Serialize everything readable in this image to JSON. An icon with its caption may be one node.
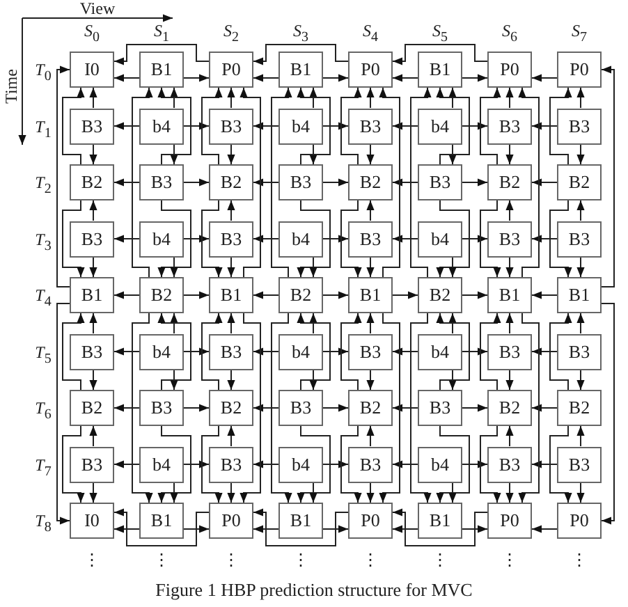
{
  "diagram": {
    "caption": "Figure 1 HBP prediction structure for MVC",
    "nodes": [
      {
        "text": [
          "I0"
        ]
      },
      {
        "text": [
          "B1"
        ]
      },
      {
        "text": [
          "P0"
        ]
      },
      {
        "text": [
          "B1"
        ]
      },
      {
        "text": [
          "P0"
        ]
      },
      {
        "text": [
          "B1"
        ]
      },
      {
        "text": [
          "P0"
        ]
      },
      {
        "text": [
          "P0"
        ]
      },
      {
        "text": [
          "B3"
        ]
      },
      {
        "text": [
          "b4"
        ]
      },
      {
        "text": [
          "B3"
        ]
      },
      {
        "text": [
          "b4"
        ]
      },
      {
        "text": [
          "B3"
        ]
      },
      {
        "text": [
          "b4"
        ]
      },
      {
        "text": [
          "B3"
        ]
      },
      {
        "text": [
          "B3"
        ]
      },
      {
        "text": [
          "B2"
        ]
      },
      {
        "text": [
          "B3"
        ]
      },
      {
        "text": [
          "B2"
        ]
      },
      {
        "text": [
          "B3"
        ]
      },
      {
        "text": [
          "B2"
        ]
      },
      {
        "text": [
          "B3"
        ]
      },
      {
        "text": [
          "B2"
        ]
      },
      {
        "text": [
          "B2"
        ]
      },
      {
        "text": [
          "B3"
        ]
      },
      {
        "text": [
          "b4"
        ]
      },
      {
        "text": [
          "B3"
        ]
      },
      {
        "text": [
          "b4"
        ]
      },
      {
        "text": [
          "B3"
        ]
      },
      {
        "text": [
          "b4"
        ]
      },
      {
        "text": [
          "B3"
        ]
      },
      {
        "text": [
          "B3"
        ]
      },
      {
        "text": [
          "B1"
        ]
      },
      {
        "text": [
          "B2"
        ]
      },
      {
        "text": [
          "B1"
        ]
      },
      {
        "text": [
          "B2"
        ]
      },
      {
        "text": [
          "B1"
        ]
      },
      {
        "text": [
          "B2"
        ]
      },
      {
        "text": [
          "B1"
        ]
      },
      {
        "text": [
          "B1"
        ]
      },
      {
        "text": [
          "B3"
        ]
      },
      {
        "text": [
          "b4"
        ]
      },
      {
        "text": [
          "B3"
        ]
      },
      {
        "text": [
          "b4"
        ]
      },
      {
        "text": [
          "B3"
        ]
      },
      {
        "text": [
          "b4"
        ]
      },
      {
        "text": [
          "B3"
        ]
      },
      {
        "text": [
          "B3"
        ]
      },
      {
        "text": [
          "B2"
        ]
      },
      {
        "text": [
          "B3"
        ]
      },
      {
        "text": [
          "B2"
        ]
      },
      {
        "text": [
          "B3"
        ]
      },
      {
        "text": [
          "B2"
        ]
      },
      {
        "text": [
          "B3"
        ]
      },
      {
        "text": [
          "B2"
        ]
      },
      {
        "text": [
          "B2"
        ]
      },
      {
        "text": [
          "B3"
        ]
      },
      {
        "text": [
          "b4"
        ]
      },
      {
        "text": [
          "B3"
        ]
      },
      {
        "text": [
          "b4"
        ]
      },
      {
        "text": [
          "B3"
        ]
      },
      {
        "text": [
          "b4"
        ]
      },
      {
        "text": [
          "B3"
        ]
      },
      {
        "text": [
          "B3"
        ]
      },
      {
        "text": [
          "I0"
        ]
      },
      {
        "text": [
          "B1"
        ]
      },
      {
        "text": [
          "P0"
        ]
      },
      {
        "text": [
          "B1"
        ]
      },
      {
        "text": [
          "P0"
        ]
      },
      {
        "text": [
          "B1"
        ]
      },
      {
        "text": [
          "P0"
        ]
      },
      {
        "text": [
          "P0"
        ]
      }
    ],
    "edges": [
      {
        "from": 2,
        "to": 0,
        "arrow": "to"
      },
      {
        "from": 1,
        "to": 0,
        "arrow": "to"
      },
      {
        "from": 1,
        "to": 2,
        "arrow": "to"
      },
      {
        "from": 4,
        "to": 2,
        "arrow": "to"
      },
      {
        "from": 3,
        "to": 2,
        "arrow": "to"
      },
      {
        "from": 3,
        "to": 4,
        "arrow": "to"
      },
      {
        "from": 6,
        "to": 4,
        "arrow": "to"
      },
      {
        "from": 5,
        "to": 4,
        "arrow": "to"
      },
      {
        "from": 5,
        "to": 6,
        "arrow": "to"
      },
      {
        "from": 7,
        "to": 6,
        "arrow": "to"
      },
      {
        "from": 9,
        "to": 8,
        "arrow": "to"
      },
      {
        "from": 9,
        "to": 10,
        "arrow": "to"
      },
      {
        "from": 11,
        "to": 10,
        "arrow": "to"
      },
      {
        "from": 11,
        "to": 12,
        "arrow": "to"
      },
      {
        "from": 13,
        "to": 12,
        "arrow": "to"
      },
      {
        "from": 13,
        "to": 14,
        "arrow": "to"
      },
      {
        "from": 15,
        "to": 14,
        "arrow": "to"
      },
      {
        "from": 17,
        "to": 16,
        "arrow": "to"
      },
      {
        "from": 17,
        "to": 18,
        "arrow": "to"
      },
      {
        "from": 19,
        "to": 18,
        "arrow": "to"
      },
      {
        "from": 19,
        "to": 20,
        "arrow": "to"
      },
      {
        "from": 21,
        "to": 20,
        "arrow": "to"
      },
      {
        "from": 21,
        "to": 22,
        "arrow": "to"
      },
      {
        "from": 23,
        "to": 22,
        "arrow": "to"
      },
      {
        "from": 25,
        "to": 24,
        "arrow": "to"
      },
      {
        "from": 25,
        "to": 26,
        "arrow": "to"
      },
      {
        "from": 27,
        "to": 26,
        "arrow": "to"
      },
      {
        "from": 27,
        "to": 28,
        "arrow": "to"
      },
      {
        "from": 29,
        "to": 28,
        "arrow": "to"
      },
      {
        "from": 29,
        "to": 30,
        "arrow": "to"
      },
      {
        "from": 31,
        "to": 30,
        "arrow": "to"
      },
      {
        "from": 33,
        "to": 32,
        "arrow": "to"
      },
      {
        "from": 33,
        "to": 34,
        "arrow": "to"
      },
      {
        "from": 35,
        "to": 34,
        "arrow": "to"
      },
      {
        "from": 35,
        "to": 36,
        "arrow": "to"
      },
      {
        "from": 36,
        "to": 37,
        "arrow": "to"
      },
      {
        "from": 37,
        "to": 38,
        "arrow": "to"
      },
      {
        "from": 39,
        "to": 38,
        "arrow": "to"
      },
      {
        "from": 41,
        "to": 40,
        "arrow": "to"
      },
      {
        "from": 41,
        "to": 42,
        "arrow": "to"
      },
      {
        "from": 43,
        "to": 42,
        "arrow": "to"
      },
      {
        "from": 43,
        "to": 44,
        "arrow": "to"
      },
      {
        "from": 45,
        "to": 44,
        "arrow": "to"
      },
      {
        "from": 45,
        "to": 46,
        "arrow": "to"
      },
      {
        "from": 47,
        "to": 46,
        "arrow": "to"
      },
      {
        "from": 49,
        "to": 48,
        "arrow": "to"
      },
      {
        "from": 49,
        "to": 50,
        "arrow": "to"
      },
      {
        "from": 51,
        "to": 50,
        "arrow": "to"
      },
      {
        "from": 51,
        "to": 52,
        "arrow": "to"
      },
      {
        "from": 53,
        "to": 52,
        "arrow": "to"
      },
      {
        "from": 53,
        "to": 54,
        "arrow": "to"
      },
      {
        "from": 55,
        "to": 54,
        "arrow": "to"
      },
      {
        "from": 57,
        "to": 56,
        "arrow": "to"
      },
      {
        "from": 57,
        "to": 58,
        "arrow": "to"
      },
      {
        "from": 59,
        "to": 58,
        "arrow": "to"
      },
      {
        "from": 59,
        "to": 60,
        "arrow": "to"
      },
      {
        "from": 61,
        "to": 60,
        "arrow": "to"
      },
      {
        "from": 61,
        "to": 62,
        "arrow": "to"
      },
      {
        "from": 63,
        "to": 62,
        "arrow": "to"
      },
      {
        "from": 66,
        "to": 64,
        "arrow": "to"
      },
      {
        "from": 65,
        "to": 64,
        "arrow": "to"
      },
      {
        "from": 65,
        "to": 66,
        "arrow": "to"
      },
      {
        "from": 68,
        "to": 66,
        "arrow": "to"
      },
      {
        "from": 67,
        "to": 66,
        "arrow": "to"
      },
      {
        "from": 67,
        "to": 68,
        "arrow": "to"
      },
      {
        "from": 70,
        "to": 68,
        "arrow": "to"
      },
      {
        "from": 69,
        "to": 68,
        "arrow": "to"
      },
      {
        "from": 69,
        "to": 70,
        "arrow": "to"
      },
      {
        "from": 71,
        "to": 70,
        "arrow": "to"
      },
      {
        "from": 32,
        "to": 0,
        "arrow": "to"
      },
      {
        "from": 32,
        "to": 64,
        "arrow": "to"
      },
      {
        "from": 39,
        "to": 7,
        "arrow": "to"
      },
      {
        "from": 39,
        "to": 71,
        "arrow": "to"
      },
      {
        "from": 8,
        "to": 0,
        "arrow": "to"
      },
      {
        "from": 8,
        "to": 16,
        "arrow": "to"
      },
      {
        "from": 16,
        "to": 0,
        "arrow": "to"
      },
      {
        "from": 16,
        "to": 32,
        "arrow": "to"
      },
      {
        "from": 24,
        "to": 16,
        "arrow": "to"
      },
      {
        "from": 24,
        "to": 32,
        "arrow": "to"
      },
      {
        "from": 40,
        "to": 32,
        "arrow": "to"
      },
      {
        "from": 40,
        "to": 48,
        "arrow": "to"
      },
      {
        "from": 48,
        "to": 32,
        "arrow": "to"
      },
      {
        "from": 48,
        "to": 64,
        "arrow": "to"
      },
      {
        "from": 56,
        "to": 48,
        "arrow": "to"
      },
      {
        "from": 56,
        "to": 64,
        "arrow": "to"
      },
      {
        "from": 9,
        "to": 1,
        "arrow": "to"
      },
      {
        "from": 9,
        "to": 17,
        "arrow": "to"
      },
      {
        "from": 17,
        "to": 1,
        "arrow": "to"
      },
      {
        "from": 17,
        "to": 33,
        "arrow": "to"
      },
      {
        "from": 25,
        "to": 33,
        "arrow": "to"
      },
      {
        "from": 33,
        "to": 1,
        "arrow": "to"
      },
      {
        "from": 33,
        "to": 65,
        "arrow": "to"
      },
      {
        "from": 41,
        "to": 33,
        "arrow": "to"
      },
      {
        "from": 41,
        "to": 49,
        "arrow": "to"
      },
      {
        "from": 49,
        "to": 33,
        "arrow": "to"
      },
      {
        "from": 49,
        "to": 65,
        "arrow": "to"
      },
      {
        "from": 57,
        "to": 65,
        "arrow": "to"
      },
      {
        "from": 10,
        "to": 2,
        "arrow": "to"
      },
      {
        "from": 10,
        "to": 18,
        "arrow": "to"
      },
      {
        "from": 18,
        "to": 2,
        "arrow": "to"
      },
      {
        "from": 18,
        "to": 34,
        "arrow": "to"
      },
      {
        "from": 26,
        "to": 18,
        "arrow": "to"
      },
      {
        "from": 26,
        "to": 34,
        "arrow": "to"
      },
      {
        "from": 42,
        "to": 34,
        "arrow": "to"
      },
      {
        "from": 42,
        "to": 50,
        "arrow": "to"
      },
      {
        "from": 50,
        "to": 34,
        "arrow": "to"
      },
      {
        "from": 50,
        "to": 66,
        "arrow": "to"
      },
      {
        "from": 58,
        "to": 50,
        "arrow": "to"
      },
      {
        "from": 58,
        "to": 66,
        "arrow": "to"
      },
      {
        "from": 34,
        "to": 2,
        "arrow": "to"
      },
      {
        "from": 34,
        "to": 66,
        "arrow": "to"
      },
      {
        "from": 11,
        "to": 3,
        "arrow": "to"
      },
      {
        "from": 11,
        "to": 19,
        "arrow": "to"
      },
      {
        "from": 19,
        "to": 3,
        "arrow": "to"
      },
      {
        "from": 19,
        "to": 35,
        "arrow": "to"
      },
      {
        "from": 27,
        "to": 35,
        "arrow": "to"
      },
      {
        "from": 35,
        "to": 3,
        "arrow": "to"
      },
      {
        "from": 35,
        "to": 67,
        "arrow": "to"
      },
      {
        "from": 43,
        "to": 35,
        "arrow": "to"
      },
      {
        "from": 43,
        "to": 51,
        "arrow": "to"
      },
      {
        "from": 51,
        "to": 35,
        "arrow": "to"
      },
      {
        "from": 51,
        "to": 67,
        "arrow": "to"
      },
      {
        "from": 59,
        "to": 67,
        "arrow": "to"
      },
      {
        "from": 12,
        "to": 4,
        "arrow": "to"
      },
      {
        "from": 12,
        "to": 20,
        "arrow": "to"
      },
      {
        "from": 20,
        "to": 4,
        "arrow": "to"
      },
      {
        "from": 20,
        "to": 36,
        "arrow": "to"
      },
      {
        "from": 28,
        "to": 20,
        "arrow": "to"
      },
      {
        "from": 28,
        "to": 36,
        "arrow": "to"
      },
      {
        "from": 44,
        "to": 36,
        "arrow": "to"
      },
      {
        "from": 44,
        "to": 52,
        "arrow": "to"
      },
      {
        "from": 52,
        "to": 36,
        "arrow": "to"
      },
      {
        "from": 52,
        "to": 68,
        "arrow": "to"
      },
      {
        "from": 60,
        "to": 52,
        "arrow": "to"
      },
      {
        "from": 60,
        "to": 68,
        "arrow": "to"
      },
      {
        "from": 36,
        "to": 4,
        "arrow": "to"
      },
      {
        "from": 36,
        "to": 68,
        "arrow": "to"
      },
      {
        "from": 13,
        "to": 5,
        "arrow": "to"
      },
      {
        "from": 13,
        "to": 21,
        "arrow": "to"
      },
      {
        "from": 21,
        "to": 5,
        "arrow": "to"
      },
      {
        "from": 21,
        "to": 37,
        "arrow": "to"
      },
      {
        "from": 29,
        "to": 37,
        "arrow": "to"
      },
      {
        "from": 37,
        "to": 5,
        "arrow": "to"
      },
      {
        "from": 37,
        "to": 69,
        "arrow": "to"
      },
      {
        "from": 45,
        "to": 37,
        "arrow": "to"
      },
      {
        "from": 45,
        "to": 53,
        "arrow": "to"
      },
      {
        "from": 53,
        "to": 37,
        "arrow": "to"
      },
      {
        "from": 53,
        "to": 69,
        "arrow": "to"
      },
      {
        "from": 61,
        "to": 69,
        "arrow": "to"
      },
      {
        "from": 14,
        "to": 6,
        "arrow": "to"
      },
      {
        "from": 14,
        "to": 22,
        "arrow": "to"
      },
      {
        "from": 22,
        "to": 6,
        "arrow": "to"
      },
      {
        "from": 22,
        "to": 38,
        "arrow": "to"
      },
      {
        "from": 30,
        "to": 22,
        "arrow": "to"
      },
      {
        "from": 30,
        "to": 38,
        "arrow": "to"
      },
      {
        "from": 46,
        "to": 38,
        "arrow": "to"
      },
      {
        "from": 46,
        "to": 54,
        "arrow": "to"
      },
      {
        "from": 54,
        "to": 38,
        "arrow": "to"
      },
      {
        "from": 54,
        "to": 70,
        "arrow": "to"
      },
      {
        "from": 62,
        "to": 54,
        "arrow": "to"
      },
      {
        "from": 62,
        "to": 70,
        "arrow": "to"
      },
      {
        "from": 38,
        "to": 6,
        "arrow": "to"
      },
      {
        "from": 38,
        "to": 70,
        "arrow": "to"
      },
      {
        "from": 15,
        "to": 7,
        "arrow": "to"
      },
      {
        "from": 15,
        "to": 23,
        "arrow": "to"
      },
      {
        "from": 23,
        "to": 7,
        "arrow": "to"
      },
      {
        "from": 23,
        "to": 39,
        "arrow": "to"
      },
      {
        "from": 31,
        "to": 23,
        "arrow": "to"
      },
      {
        "from": 31,
        "to": 39,
        "arrow": "to"
      },
      {
        "from": 47,
        "to": 39,
        "arrow": "to"
      },
      {
        "from": 47,
        "to": 55,
        "arrow": "to"
      },
      {
        "from": 55,
        "to": 39,
        "arrow": "to"
      },
      {
        "from": 55,
        "to": 71,
        "arrow": "to"
      },
      {
        "from": 63,
        "to": 55,
        "arrow": "to"
      },
      {
        "from": 63,
        "to": 71,
        "arrow": "to"
      }
    ],
    "labels": [
      "View",
      "Time",
      "*S*$_{0}$",
      "*S*$_{1}$",
      "*S*$_{2}$",
      "*S*$_{3}$",
      "*S*$_{4}$",
      "*S*$_{5}$",
      "*S*$_{6}$",
      "*S*$_{7}$",
      "*T*$_{0}$",
      "*T*$_{1}$",
      "*T*$_{2}$",
      "*T*$_{3}$",
      "*T*$_{4}$",
      "*T*$_{5}$",
      "*T*$_{6}$",
      "*T*$_{7}$",
      "*T*$_{8}$",
      "⋮",
      "⋮",
      "⋮",
      "⋮",
      "⋮",
      "⋮",
      "⋮",
      "⋮"
    ]
  }
}
